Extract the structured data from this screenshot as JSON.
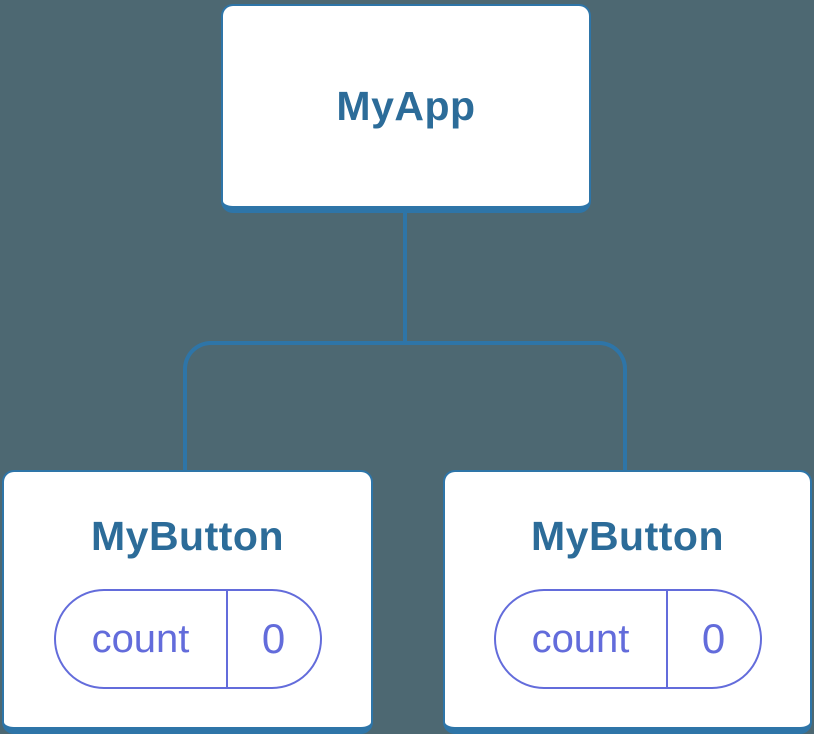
{
  "diagram": {
    "root": {
      "label": "MyApp"
    },
    "children": [
      {
        "label": "MyButton",
        "state": {
          "key": "count",
          "value": "0"
        }
      },
      {
        "label": "MyButton",
        "state": {
          "key": "count",
          "value": "0"
        }
      }
    ]
  },
  "colors": {
    "background": "#4d6872",
    "node_fill": "#ffffff",
    "node_border": "#2e75a8",
    "node_title": "#2c6c99",
    "state_accent": "#636cdb"
  }
}
